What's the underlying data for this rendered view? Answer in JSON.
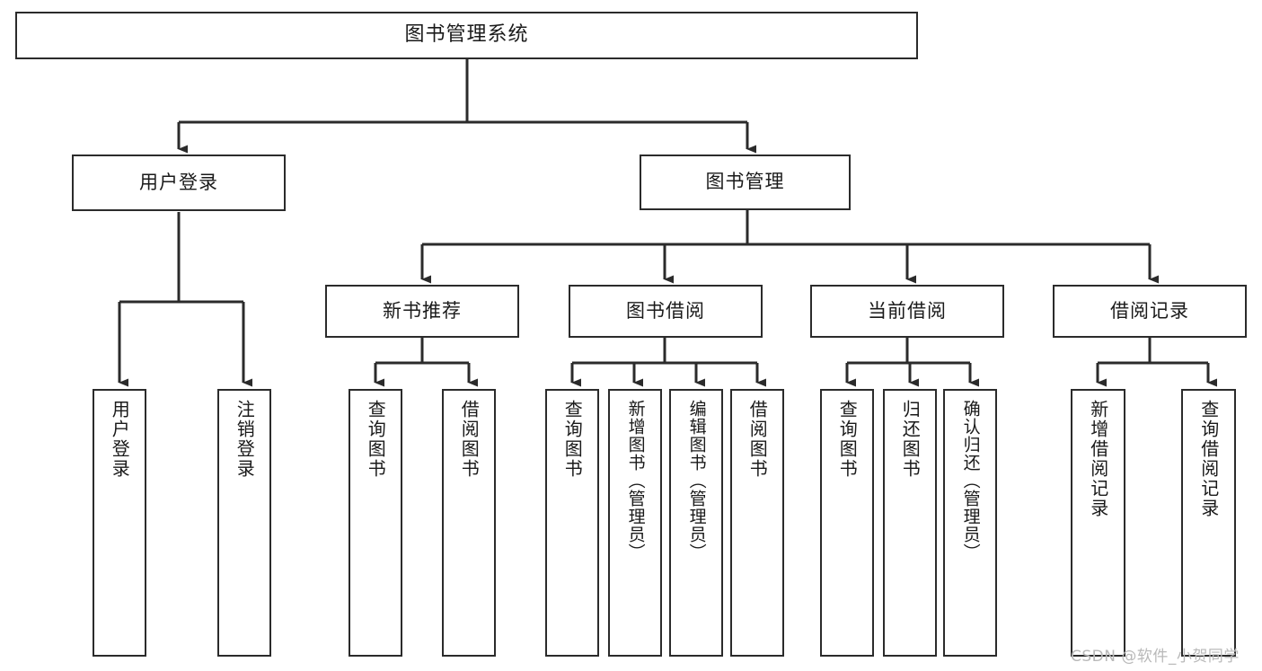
{
  "diagram": {
    "type": "tree",
    "title": "图书管理系统",
    "watermark": "CSDN @软件_小贺同学",
    "colors": {
      "stroke": "#2b2b2b",
      "fill": "#ffffff",
      "text": "#1a1a1a",
      "watermark": "#b9b9b9"
    },
    "root": {
      "label": "图书管理系统"
    },
    "level1": [
      {
        "label": "用户登录"
      },
      {
        "label": "图书管理"
      }
    ],
    "level2": [
      {
        "label": "新书推荐"
      },
      {
        "label": "图书借阅"
      },
      {
        "label": "当前借阅"
      },
      {
        "label": "借阅记录"
      }
    ],
    "leaves": {
      "user_login": [
        {
          "label": "用户登录"
        },
        {
          "label": "注销登录"
        }
      ],
      "new_book_recommend": [
        {
          "label": "查询图书"
        },
        {
          "label": "借阅图书"
        }
      ],
      "book_borrow": [
        {
          "label": "查询图书"
        },
        {
          "label": "新增图书（管理员）"
        },
        {
          "label": "编辑图书（管理员）"
        },
        {
          "label": "借阅图书"
        }
      ],
      "current_borrow": [
        {
          "label": "查询图书"
        },
        {
          "label": "归还图书"
        },
        {
          "label": "确认归还（管理员）"
        }
      ],
      "borrow_record": [
        {
          "label": "新增借阅记录"
        },
        {
          "label": "查询借阅记录"
        }
      ]
    }
  }
}
